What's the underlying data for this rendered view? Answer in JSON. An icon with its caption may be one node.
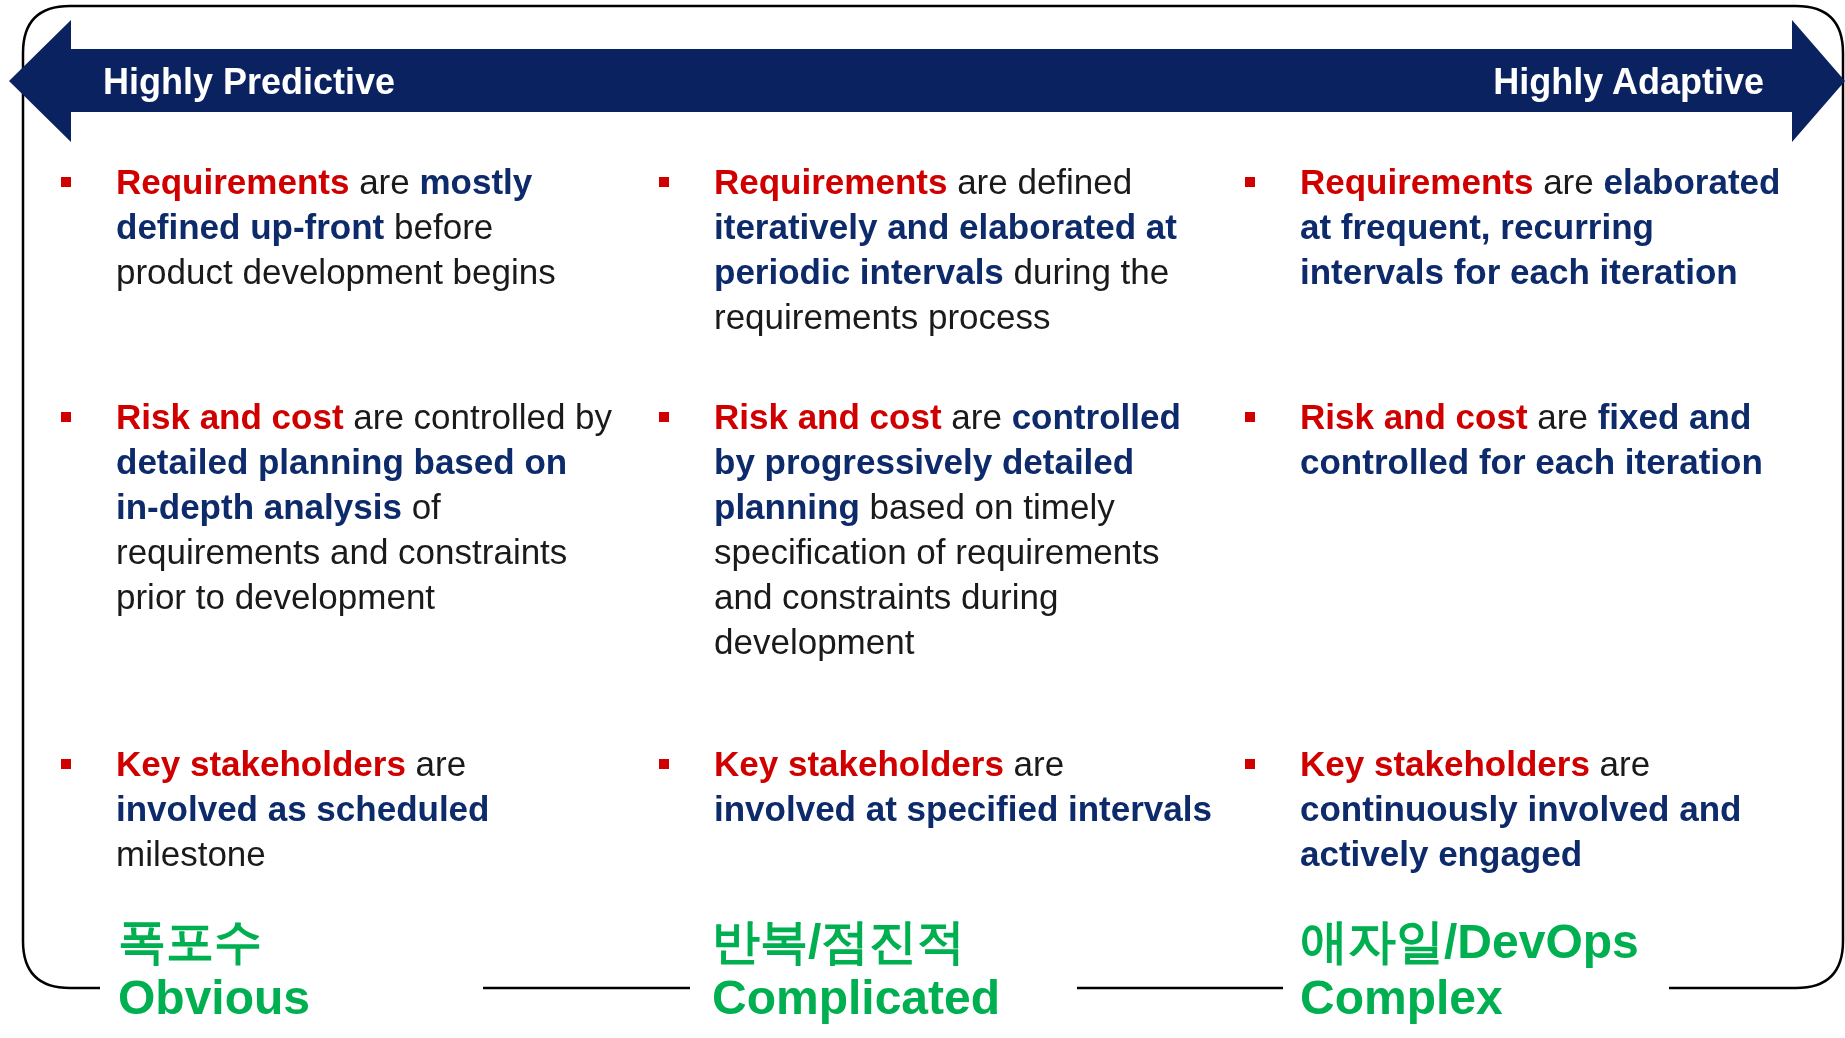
{
  "diagram": {
    "labels": [
      "Highly Predictive",
      "Highly Adaptive",
      "**Requirements** are **mostly defined up-front** before product development begins",
      "**Requirements** are defined **iteratively and elaborated at periodic intervals** during the requirements process",
      "**Requirements** are **elaborated at frequent, recurring intervals for each iteration**",
      "**Risk and cost** are controlled by **detailed planning based on in-depth analysis** of requirements and constraints prior to development",
      "**Risk and cost** are **controlled by progressively detailed planning** based on timely specification of requirements and constraints during development",
      "**Risk and cost** are **fixed and controlled for each iteration**",
      "**Key stakeholders** are **involved as scheduled** milestone",
      "**Key stakeholders** are **involved at specified intervals**",
      "**Key stakeholders** are **continuously involved and actively engaged**",
      "폭포수",
      "Obvious",
      "반복/점진적",
      "Complicated",
      "애자일/DevOps",
      "Complex"
    ]
  }
}
